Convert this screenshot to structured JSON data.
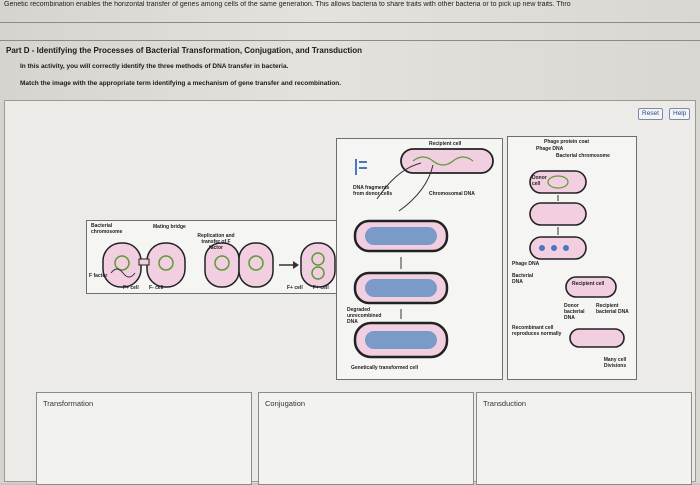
{
  "intro_text": "Genetic recombination enables the horizontal transfer of genes among cells of the same generation. This allows bacteria to share traits with other bacteria or to pick up new traits. Thro",
  "part_title": "Part D - Identifying the Processes of Bacterial Transformation, Conjugation, and Transduction",
  "instruction_1": "In this activity, you will correctly identify the three methods of DNA transfer in bacteria.",
  "instruction_2": "Match the image with the appropriate term identifying a mechanism of gene transfer and recombination.",
  "buttons": {
    "reset": "Reset",
    "help": "Help"
  },
  "conjugation_figure": {
    "bacterial_chromosome": "Bacterial chromosome",
    "mating_bridge": "Mating bridge",
    "replication": "Replication and transfer of F factor",
    "f_factor": "F factor",
    "f_plus_cell": "F+ cell",
    "f_minus_cell": "F- cell",
    "f_plus_cell_2": "F+ cell",
    "f_plus_cell_3": "F+ cell"
  },
  "transformation_figure": {
    "recipient_cell": "Recipient cell",
    "dna_fragments": "DNA fragments from donor cells",
    "chromosomal_dna": "Chromosomal DNA",
    "degraded": "Degraded unrecombined DNA",
    "genetically_transformed": "Genetically transformed cell"
  },
  "transduction_figure": {
    "phage_protein_coat": "Phage protein coat",
    "phage_dna": "Phage DNA",
    "bacterial_chromosome": "Bacterial chromosome",
    "donor_cell": "Donor cell",
    "phage_dna_2": "Phage DNA",
    "bacterial_dna": "Bacterial DNA",
    "recipient_cell": "Recipient cell",
    "donor_bacterial_dna": "Donor bacterial DNA",
    "recipient_bacterial_dna": "Recipient bacterial DNA",
    "recombinant": "Recombinant cell reproduces normally",
    "many_divisions": "Many cell Divisions"
  },
  "targets": [
    "Transformation",
    "Conjugation",
    "Transduction"
  ],
  "colors": {
    "cell_pink": "#f2cfe0",
    "cell_border": "#222222",
    "dna_green": "#5c9a3a",
    "phage_blue": "#4a78c0",
    "link_blue": "#2a4a8a"
  }
}
